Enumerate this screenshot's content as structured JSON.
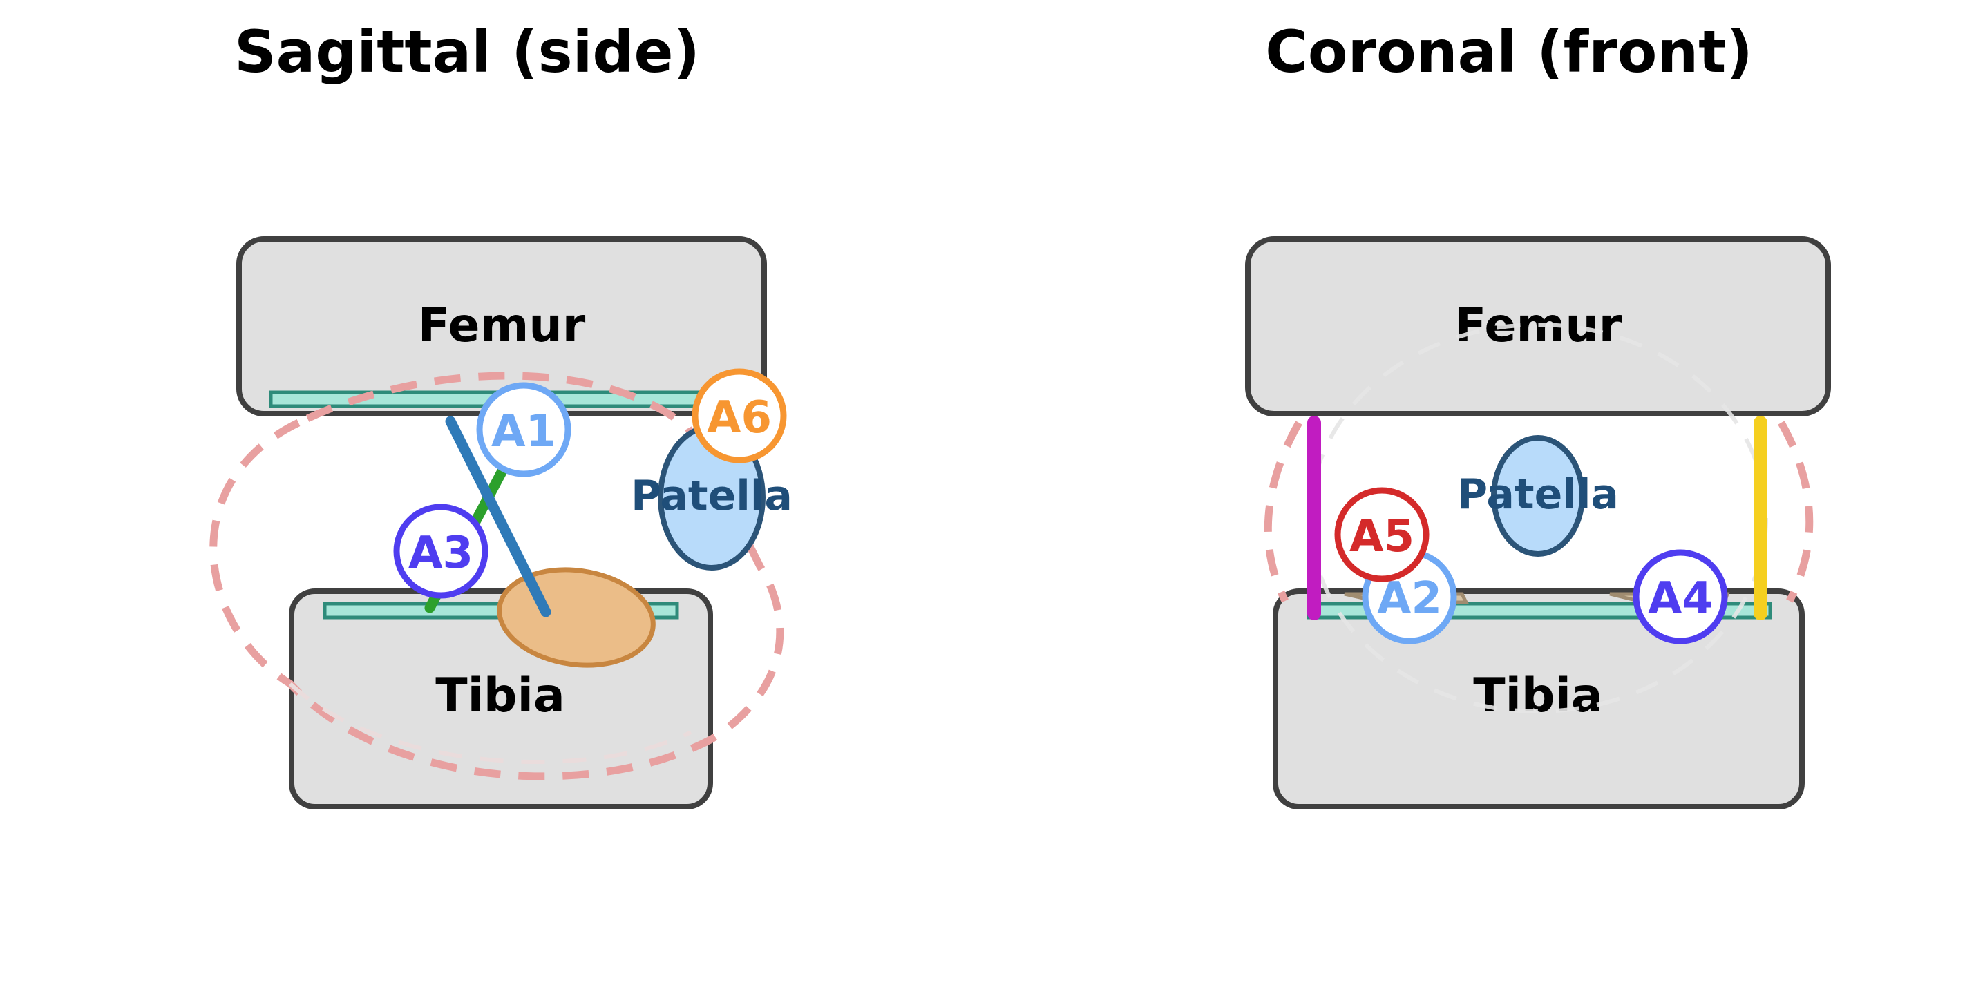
{
  "colors": {
    "bone_fill": "#e0e0e0",
    "bone_stroke": "#404040",
    "cartilage_fill": "#a8e6d9",
    "cartilage_stroke": "#2e8b7a",
    "capsule": "#e8a0a0",
    "patella_fill": "#b8dbfa",
    "patella_stroke": "#2b5478",
    "patella_label": "#1f4e79",
    "acl": "#2f7ab8",
    "pcl": "#2ca02c",
    "meniscus_fill": "#ebbd88",
    "meniscus_stroke": "#c88640",
    "mcl": "#c11cc1",
    "lcl": "#f5cf1f",
    "coronal_meniscus": "#a08c70"
  },
  "sagittal": {
    "title": "Sagittal (side)",
    "femur_label": "Femur",
    "tibia_label": "Tibia",
    "patella_label": "Patella",
    "markers": [
      {
        "id": "A1",
        "color": "#6ea8f5"
      },
      {
        "id": "A3",
        "color": "#4f3df0"
      },
      {
        "id": "A6",
        "color": "#f79631"
      }
    ]
  },
  "coronal": {
    "title": "Coronal (front)",
    "femur_label": "Femur",
    "tibia_label": "Tibia",
    "patella_label": "Patella",
    "markers": [
      {
        "id": "A5",
        "color": "#d42a2a"
      },
      {
        "id": "A2",
        "color": "#6ea8f5"
      },
      {
        "id": "A4",
        "color": "#4f3df0"
      }
    ]
  }
}
